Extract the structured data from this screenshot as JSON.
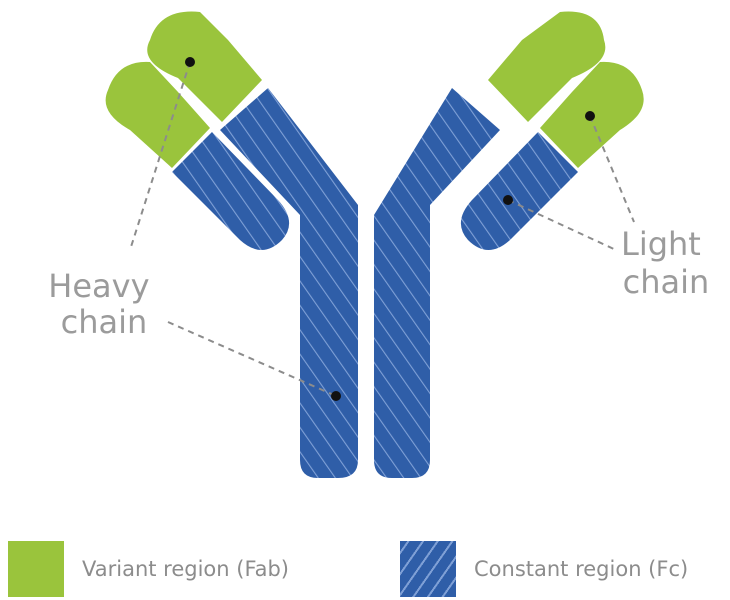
{
  "labels": {
    "heavy_chain": [
      "Heavy",
      "chain"
    ],
    "light_chain": [
      "Light",
      "chain"
    ]
  },
  "legend": {
    "variant": {
      "label": "Variant region (Fab)",
      "color": "#9ac43c"
    },
    "constant": {
      "label": "Constant region (Fc)",
      "color": "#2f5ea8"
    }
  },
  "colors": {
    "stripe": "#7fa0d6",
    "leader_line": "#8c8c8c",
    "dot": "#111111"
  }
}
